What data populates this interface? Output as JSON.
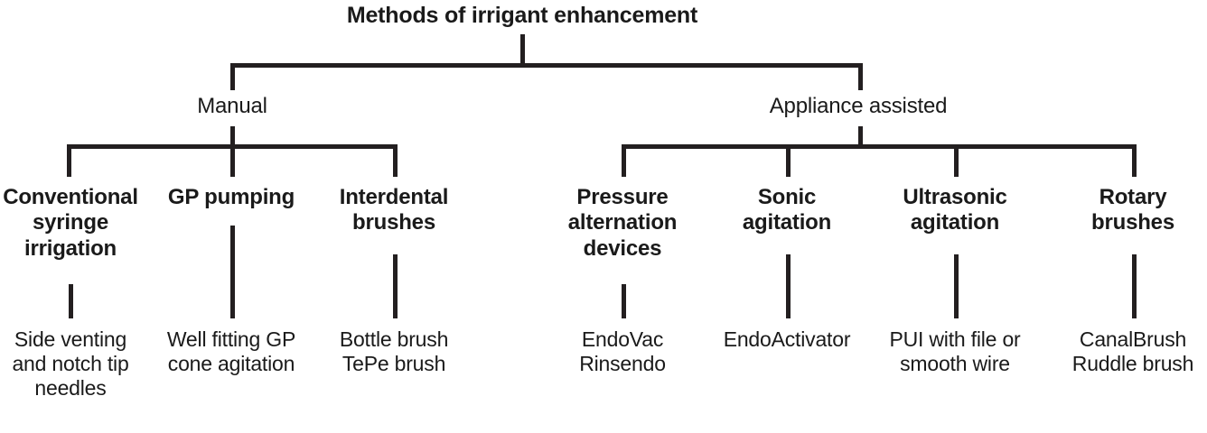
{
  "diagram": {
    "type": "tree",
    "title": "Methods of irrigant enhancement",
    "line_color": "#231f20",
    "background": "#ffffff",
    "root": {
      "label": "Methods of irrigant enhancement"
    },
    "branches": [
      {
        "label": "Manual",
        "categories": [
          {
            "label": "Conventional\nsyringe\nirrigation",
            "leaf": "Side venting\nand notch tip\nneedles"
          },
          {
            "label": "GP pumping",
            "leaf": "Well fitting GP\ncone agitation"
          },
          {
            "label": "Interdental\nbrushes",
            "leaf": "Bottle brush\nTePe brush"
          }
        ]
      },
      {
        "label": "Appliance assisted",
        "categories": [
          {
            "label": "Pressure\nalternation\ndevices",
            "leaf": "EndoVac\nRinsendo"
          },
          {
            "label": "Sonic\nagitation",
            "leaf": "EndoActivator"
          },
          {
            "label": "Ultrasonic\nagitation",
            "leaf": "PUI with file or\nsmooth wire"
          },
          {
            "label": "Rotary\nbrushes",
            "leaf": "CanalBrush\nRuddle brush"
          }
        ]
      }
    ]
  }
}
